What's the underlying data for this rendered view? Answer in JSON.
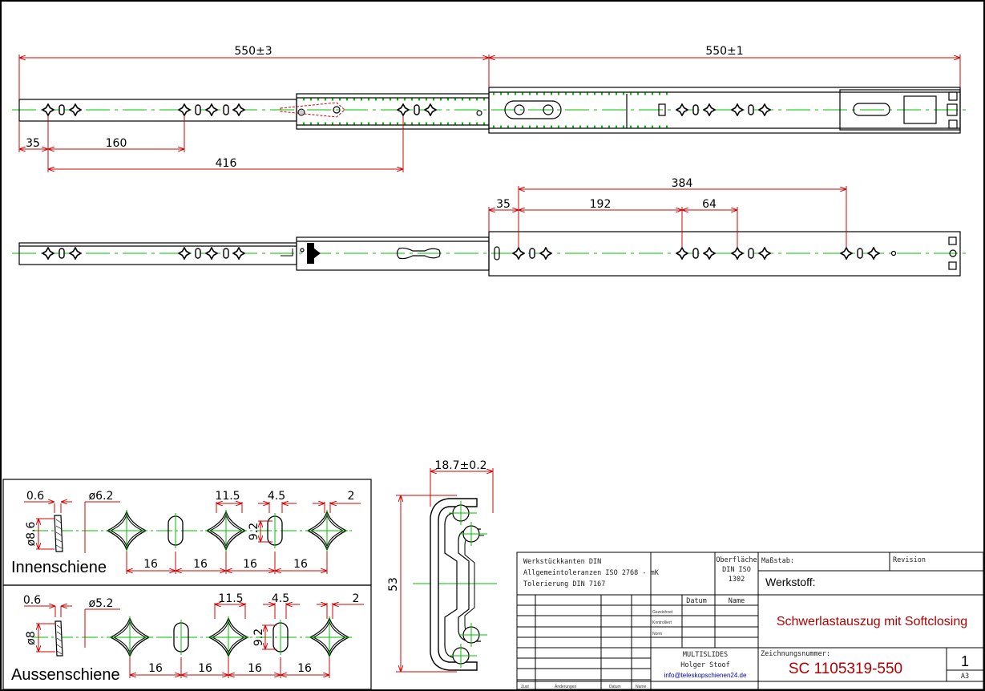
{
  "top_view": {
    "dim_left_total": "550±3",
    "dim_right_total": "550±1",
    "dim_35": "35",
    "dim_160": "160",
    "dim_416": "416"
  },
  "second_view": {
    "dim_384": "384",
    "dim_35": "35",
    "dim_192": "192",
    "dim_64": "64"
  },
  "innenschiene": {
    "label": "Innenschiene",
    "thickness": "0.6",
    "hole_dia": "ø6.2",
    "height": "ø8.6",
    "width_11_5": "11.5",
    "width_4_5": "4.5",
    "height_9_2": "9.2",
    "edge": "2",
    "pitches": [
      "16",
      "16",
      "16",
      "16"
    ]
  },
  "aussenschiene": {
    "label": "Aussenschiene",
    "thickness": "0.6",
    "hole_dia": "ø5.2",
    "height": "ø8",
    "width_11_5": "11.5",
    "width_4_5": "4.5",
    "height_9_2": "9.2",
    "edge": "2",
    "pitches": [
      "16",
      "16",
      "16",
      "16"
    ]
  },
  "profile": {
    "width": "18.7±0.2",
    "height": "53"
  },
  "title_block": {
    "notes": [
      "Werkstückkanten DIN",
      "Allgemeintoleranzen ISO 2768 - mK",
      "Tolerierung DIN 7167"
    ],
    "oberflaeche": [
      "Oberfläche",
      "DIN ISO",
      "1302"
    ],
    "massstab": "Maßstab:",
    "revision": "Revision",
    "werkstoff": "Werkstoff:",
    "datum": "Datum",
    "name": "Name",
    "gezeichnet": "Gezeichnet",
    "kontrolliert": "Kontrolliert",
    "norm": "Norm",
    "title": "Schwerlastauszug mit Softclosing",
    "company": "MULTISLIDES",
    "person": "Holger Stoof",
    "email": "info@teleskopschienen24.de",
    "zeichnungsnummer_label": "Zeichnungsnummer:",
    "drawing_number": "SC 1105319-550",
    "sheet": "1",
    "format": "A3",
    "footer": [
      "Zust",
      "Änderungen",
      "Datum",
      "Name"
    ]
  }
}
